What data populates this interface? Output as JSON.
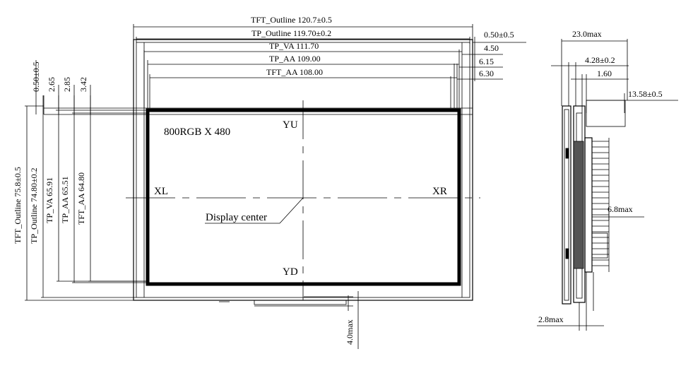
{
  "top_dimensions": {
    "tft_outline": "TFT_Outline 120.7±0.5",
    "tp_outline": "TP_Outline 119.70±0.2",
    "tp_va": "TP_VA 111.70",
    "tp_aa": "TP_AA 109.00",
    "tft_aa": "TFT_AA 108.00",
    "offset_1": "0.50±0.5",
    "offset_2": "4.50",
    "offset_3": "6.15",
    "offset_4": "6.30"
  },
  "left_dimensions": {
    "tft_outline": "TFT_Outline 75.8±0.5",
    "tp_outline": "TP_Outline 74.80±0.2",
    "tp_va": "TP_VA 65.91",
    "tp_aa": "TP_AA 65.51",
    "tft_aa": "TFT_AA 64.80",
    "offset_1": "0.50±0.5",
    "offset_2": "2.65",
    "offset_3": "2.85",
    "offset_4": "3.42"
  },
  "display": {
    "resolution": "800RGB X 480",
    "yu": "YU",
    "yd": "YD",
    "xl": "XL",
    "xr": "XR",
    "center": "Display center"
  },
  "bottom_dimensions": {
    "fpc_max": "4.0max"
  },
  "side_view": {
    "total_thickness": "23.0max",
    "dim_a": "4.28±0.2",
    "dim_b": "1.60",
    "dim_c": "13.58±0.5",
    "dim_d": "6.8max",
    "dim_e": "2.8max"
  }
}
